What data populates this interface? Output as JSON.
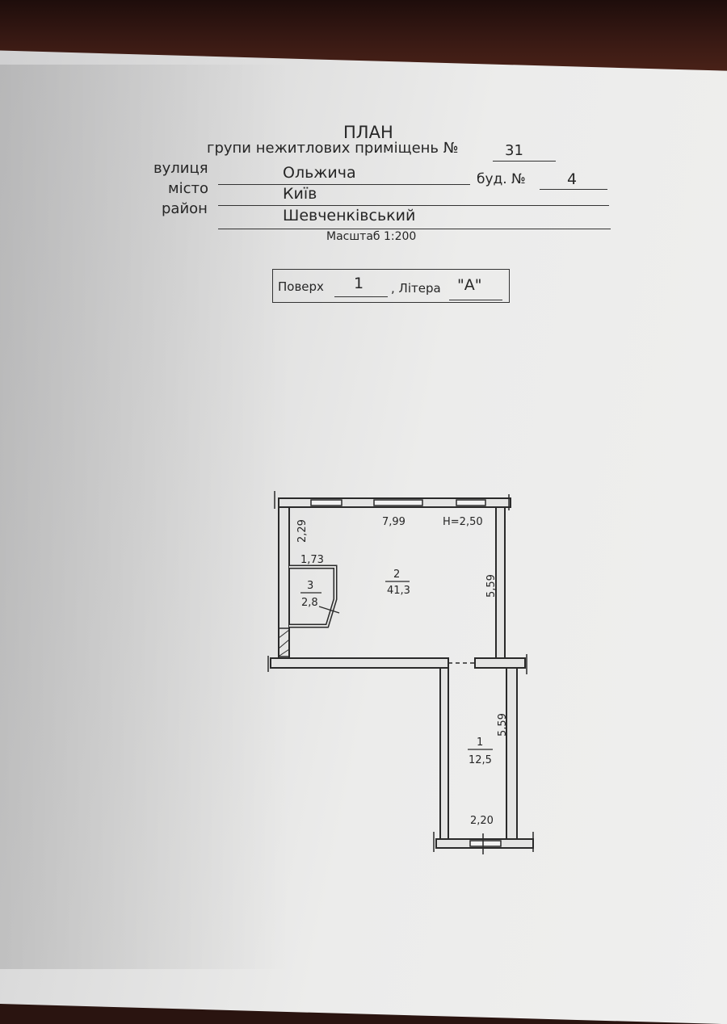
{
  "header": {
    "title": "ПЛАН",
    "subtitle_prefix": "групи нежитлових приміщень №",
    "group_number": "31",
    "street_label": "вулиця",
    "street": "Ольжича",
    "building_label": "буд. №",
    "building": "4",
    "city_label": "місто",
    "city": "Київ",
    "district_label": "район",
    "district": "Шевченківський",
    "scale": "Масштаб 1:200"
  },
  "floor_box": {
    "floor_label": "Поверх",
    "floor": "1",
    "letter_label": ", Літера",
    "letter": "\"А\""
  },
  "plan": {
    "height_label": "H=2,50",
    "dims": {
      "top": "7,99",
      "left": "2,29",
      "closet_width": "1,73",
      "room2_right": "5,59",
      "room1_right": "5,59",
      "room1_bottom": "2,20"
    },
    "rooms": [
      {
        "number": "1",
        "area": "12,5"
      },
      {
        "number": "2",
        "area": "41,3"
      },
      {
        "number": "3",
        "area": "2,8"
      }
    ]
  }
}
